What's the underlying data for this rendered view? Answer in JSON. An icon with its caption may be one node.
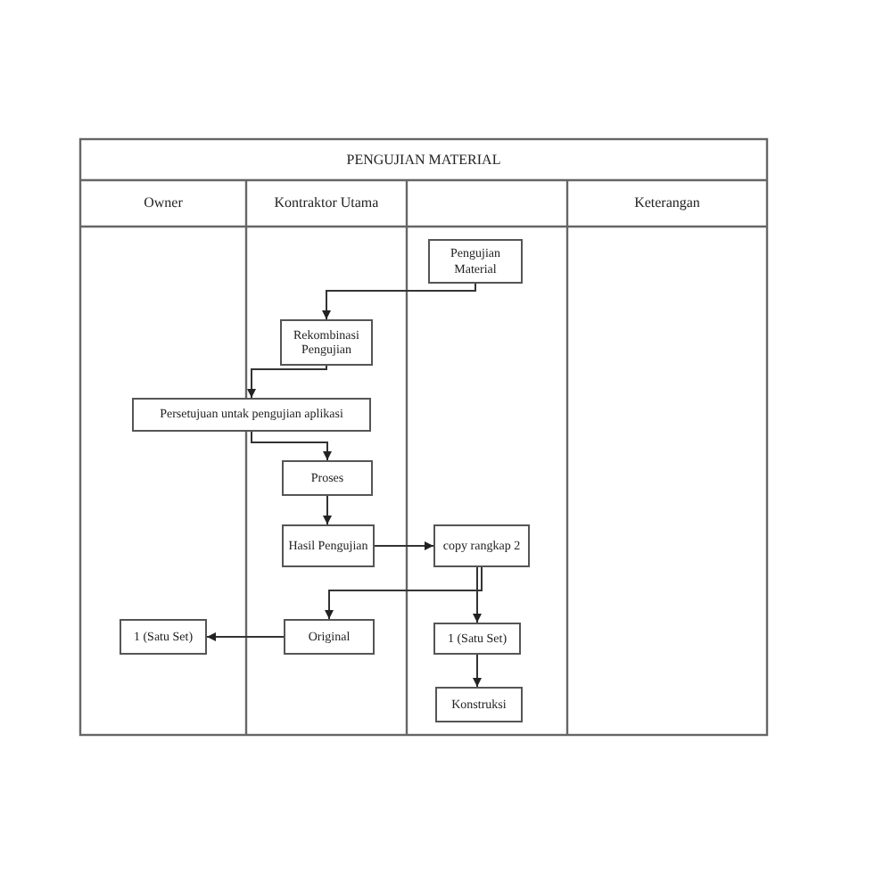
{
  "diagram": {
    "title": "PENGUJIAN MATERIAL",
    "nodes": [
      {
        "text": [
          "Pengujian Material"
        ]
      },
      {
        "text": [
          "Rekombinasi Pengujian"
        ]
      },
      {
        "text": [
          "Persetujuan untak pengujian aplikasi"
        ]
      },
      {
        "text": [
          "Proses"
        ]
      },
      {
        "text": [
          "Hasil Pengujian"
        ]
      },
      {
        "text": [
          "copy rangkap 2"
        ]
      },
      {
        "text": [
          "1 (Satu Set)"
        ]
      },
      {
        "text": [
          "Original"
        ]
      },
      {
        "text": [
          "1 (Satu Set)"
        ]
      },
      {
        "text": [
          "Konstruksi"
        ]
      }
    ],
    "edges": [
      {
        "from": 0,
        "to": 1,
        "arrow": "to"
      },
      {
        "from": 1,
        "to": 2,
        "arrow": "to"
      },
      {
        "from": 2,
        "to": 3,
        "arrow": "to"
      },
      {
        "from": 3,
        "to": 4,
        "arrow": "to"
      },
      {
        "from": 4,
        "to": 5,
        "arrow": "to"
      },
      {
        "from": 5,
        "to": 7,
        "arrow": "to"
      },
      {
        "from": 5,
        "to": 8,
        "arrow": "to"
      },
      {
        "from": 8,
        "to": 9,
        "arrow": "to"
      },
      {
        "from": 7,
        "to": 6,
        "arrow": "to"
      }
    ],
    "labels": [
      "Owner",
      "Kontraktor Utama",
      "Keterangan"
    ]
  }
}
